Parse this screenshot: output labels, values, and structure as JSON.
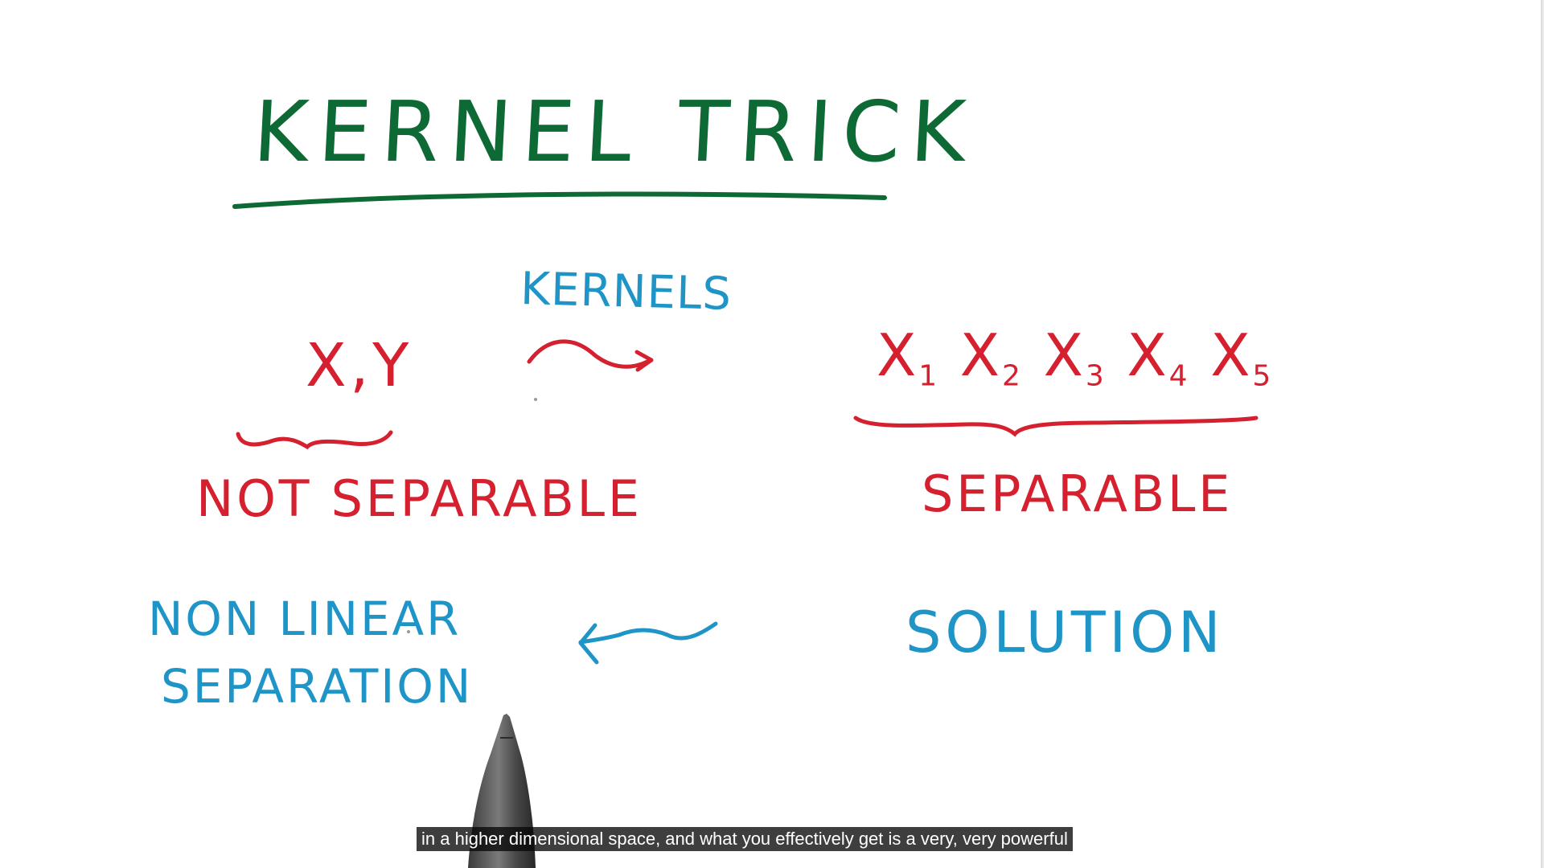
{
  "whiteboard": {
    "title": "KERNEL TRICK",
    "arrow_label": "KERNELS",
    "left_input": "X,Y",
    "right_features": {
      "items": [
        {
          "base": "X",
          "sub": "1"
        },
        {
          "base": "X",
          "sub": "2"
        },
        {
          "base": "X",
          "sub": "3"
        },
        {
          "base": "X",
          "sub": "4"
        },
        {
          "base": "X",
          "sub": "5"
        }
      ]
    },
    "left_result": "NOT SEPARABLE",
    "right_result": "SEPARABLE",
    "back_result": "NON LINEAR",
    "back_result_line2": "SEPARATION",
    "solution": "SOLUTION"
  },
  "caption": {
    "text": "in a higher dimensional space, and what you effectively get is a very, very powerful"
  },
  "colors": {
    "title_green": "#0e6a34",
    "marker_red": "#d5202f",
    "marker_blue": "#1f94c7",
    "caption_bg": "#141414"
  }
}
